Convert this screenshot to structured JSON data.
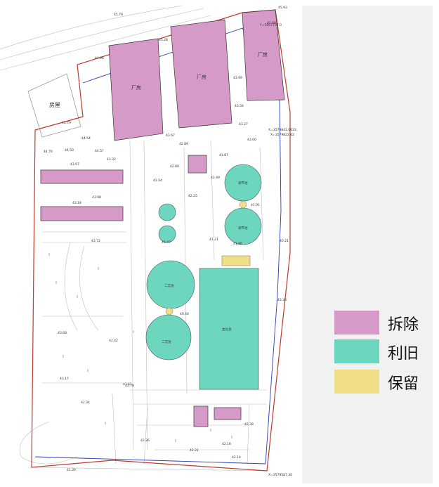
{
  "colors": {
    "demolish": "#d59ac8",
    "reuse": "#6cd6bf",
    "retain": "#f0de86",
    "boundary_red": "#c0392b",
    "boundary_blue": "#2a3ab8"
  },
  "legend": [
    {
      "label": "拆除",
      "color": "#d59ac8"
    },
    {
      "label": "利旧",
      "color": "#6cd6bf"
    },
    {
      "label": "保留",
      "color": "#f0de86"
    }
  ],
  "map_labels": {
    "house": "房屋",
    "factory_1": "厂房",
    "factory_2": "厂房",
    "factory_3": "厂房",
    "tank_1": "调节池",
    "tank_2": "调节池",
    "tank_3": "二沉池",
    "tank_4": "二沉池",
    "pool_large": "生化池"
  },
  "coordinates": [
    "X=3579842.6633",
    "X=3579822.02",
    "X=3579587.30",
    "Y=5067737.0"
  ],
  "elevations": [
    "45.93",
    "45.66",
    "45.79",
    "44.96",
    "45.28",
    "43.99",
    "43.56",
    "43.27",
    "43.00",
    "43.67",
    "42.89",
    "42.60",
    "42.49",
    "42.25",
    "41.87",
    "43.97",
    "43.18",
    "43.32",
    "43.34",
    "43.38",
    "44.79",
    "44.76",
    "44.50",
    "44.54",
    "44.57",
    "43.98",
    "43.72",
    "43.68",
    "43.17",
    "42.42",
    "42.78",
    "42.34",
    "42.38",
    "42.26",
    "41.91",
    "42.21",
    "42.14",
    "42.16",
    "41.96",
    "41.30",
    "41.21",
    "40.21",
    "41.61",
    "40.44",
    "41.47"
  ]
}
